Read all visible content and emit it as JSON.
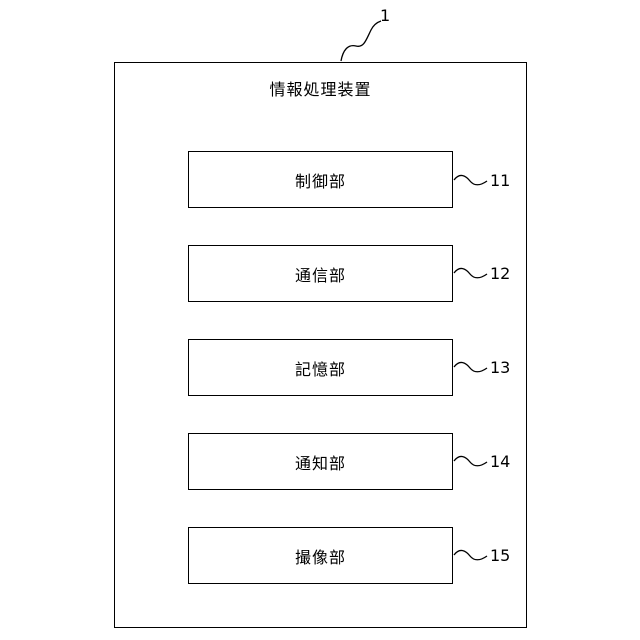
{
  "device": {
    "title": "情報処理装置",
    "ref": "1"
  },
  "units": [
    {
      "label": "制御部",
      "ref": "11"
    },
    {
      "label": "通信部",
      "ref": "12"
    },
    {
      "label": "記憶部",
      "ref": "13"
    },
    {
      "label": "通知部",
      "ref": "14"
    },
    {
      "label": "撮像部",
      "ref": "15"
    }
  ]
}
